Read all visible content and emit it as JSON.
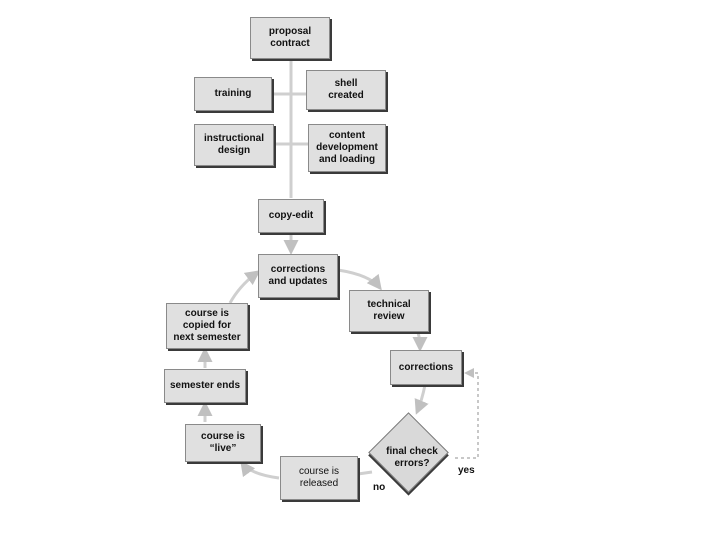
{
  "nodes": {
    "proposal_contract": "proposal\ncontract",
    "training": "training",
    "shell_created": "shell\ncreated",
    "instructional_design": "instructional\ndesign",
    "content_development": "content\ndevelopment\nand loading",
    "copy_edit": "copy-edit",
    "corrections_updates": "corrections\nand updates",
    "technical_review": "technical\nreview",
    "corrections": "corrections",
    "final_check": "final check\nerrors?",
    "course_released": "course is\nreleased",
    "course_live": "course is\n“live”",
    "semester_ends": "semester ends",
    "course_copied": "course is\ncopied for\nnext semester"
  },
  "edge_labels": {
    "yes": "yes",
    "no": "no"
  },
  "colors": {
    "box_fill": "#e0e0e0",
    "arrow": "#c8c8c8"
  }
}
